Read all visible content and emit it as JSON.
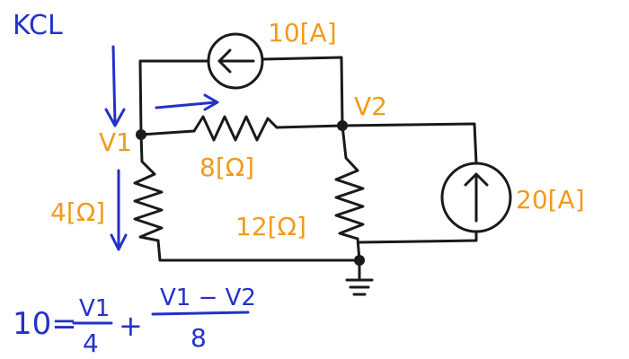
{
  "colors": {
    "ink": "#1a1a1a",
    "blue": "#2332c8",
    "orange": "#f39a1b",
    "background": "#ffffff"
  },
  "diagram": {
    "method_label": "KCL",
    "labels": {
      "top_source": "10[A]",
      "node_v1": "V1",
      "node_v2": "V2",
      "r_8": "8[Ω]",
      "r_4": "4[Ω]",
      "r_12": "12[Ω]",
      "right_source": "20[A]"
    },
    "equation": {
      "lhs": "10=",
      "term1_num": "V1",
      "term1_den": "4",
      "plus": "+",
      "term2_num": "V1 − V2",
      "term2_den": "8"
    }
  }
}
